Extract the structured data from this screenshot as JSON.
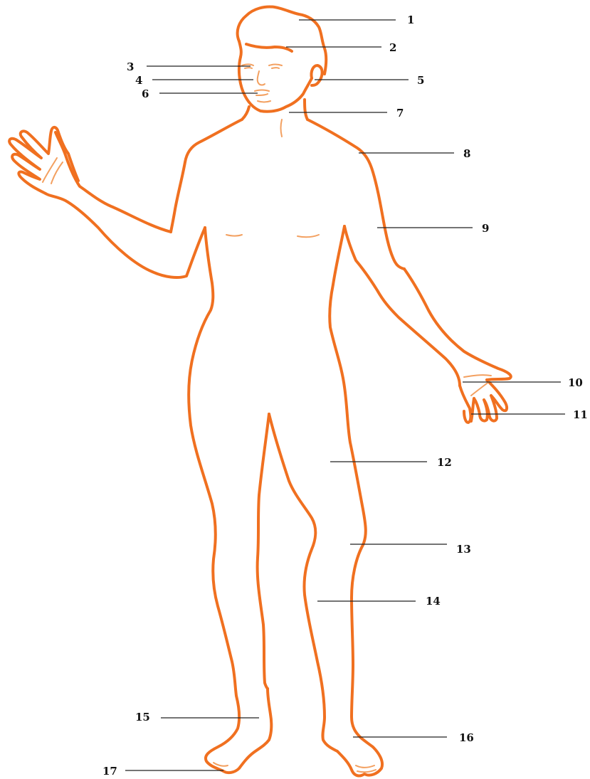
{
  "colors": {
    "outline": "#f07020",
    "detail": "#f3a060",
    "leader": "#222222",
    "label": "#111111"
  },
  "labels": [
    "1",
    "2",
    "3",
    "4",
    "5",
    "6",
    "7",
    "8",
    "9",
    "10",
    "11",
    "12",
    "13",
    "14",
    "15",
    "16",
    "17"
  ]
}
